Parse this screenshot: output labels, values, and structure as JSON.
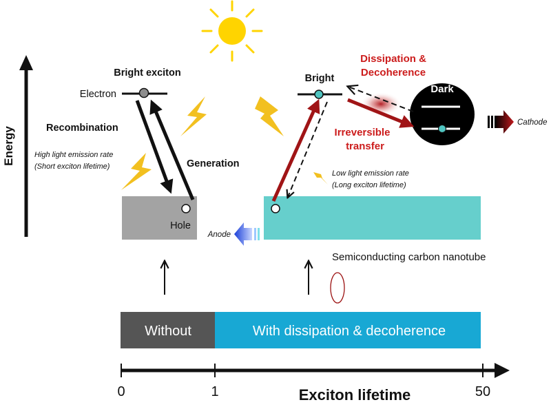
{
  "colors": {
    "gray_box": "#a3a3a3",
    "cyan_box": "#66cfcc",
    "dark_red": "#a01416",
    "red_text": "#cc1c1c",
    "sun": "#ffd400",
    "lightning": "#f2c020",
    "bar_dark": "#555555",
    "bar_blue": "#18a8d4",
    "anode_blue": "#1a4fd8",
    "cathode_red": "#a01416"
  },
  "labels": {
    "bright_exciton": "Bright exciton",
    "electron": "Electron",
    "recombination": "Recombination",
    "generation": "Generation",
    "high_rate_line1": "High light emission rate",
    "high_rate_line2": "(Short exciton lifetime)",
    "hole": "Hole",
    "bright": "Bright",
    "dissipation_line1": "Dissipation &",
    "dissipation_line2": "Decoherence",
    "dark": "Dark",
    "irreversible_line1": "Irreversible",
    "irreversible_line2": "transfer",
    "cathode": "Cathode",
    "anode": "Anode",
    "low_rate_line1": "Low light emission rate",
    "low_rate_line2": "(Long exciton lifetime)",
    "nanotube": "Semiconducting carbon nanotube",
    "energy": "Energy"
  },
  "bar": {
    "without": "Without",
    "with": "With dissipation & decoherence"
  },
  "axis": {
    "title": "Exciton lifetime",
    "ticks": [
      "0",
      "1",
      "50"
    ]
  }
}
